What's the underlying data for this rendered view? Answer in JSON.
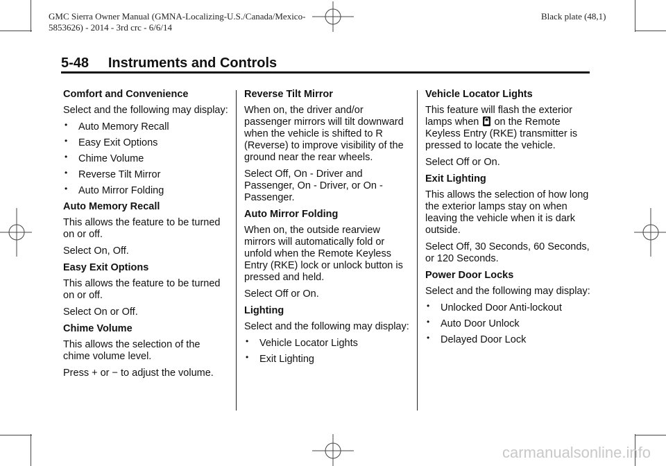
{
  "header": {
    "left_text": "GMC Sierra Owner Manual (GMNA-Localizing-U.S./Canada/Mexico-5853626) - 2014 - 3rd crc - 6/6/14",
    "right_text": "Black plate (48,1)"
  },
  "page_title": "5-48     Instruments and Controls",
  "col1": {
    "h1": "Comfort and Convenience",
    "p1": "Select and the following may display:",
    "bullets": [
      "Auto Memory Recall",
      "Easy Exit Options",
      "Chime Volume",
      "Reverse Tilt Mirror",
      "Auto Mirror Folding"
    ],
    "h2": "Auto Memory Recall",
    "p2": "This allows the feature to be turned on or off.",
    "p3": "Select On, Off.",
    "h3": "Easy Exit Options",
    "p4": "This allows the feature to be turned on or off.",
    "p5": "Select On or Off.",
    "h4": "Chime Volume",
    "p6": "This allows the selection of the chime volume level.",
    "p7": "Press + or − to adjust the volume."
  },
  "col2": {
    "h1": "Reverse Tilt Mirror",
    "p1": "When on, the driver and/or passenger mirrors will tilt downward when the vehicle is shifted to R (Reverse) to improve visibility of the ground near the rear wheels.",
    "p2": "Select Off, On - Driver and Passenger, On - Driver, or On - Passenger.",
    "h2": "Auto Mirror Folding",
    "p3": "When on, the outside rearview mirrors will automatically fold or unfold when the Remote Keyless Entry (RKE) lock or unlock button is pressed and held.",
    "p4": "Select Off or On.",
    "h3": "Lighting",
    "p5": "Select and the following may display:",
    "bullets": [
      "Vehicle Locator Lights",
      "Exit Lighting"
    ]
  },
  "col3": {
    "h1": "Vehicle Locator Lights",
    "p1a": "This feature will flash the exterior lamps when",
    "p1b": "on the Remote Keyless Entry (RKE) transmitter is pressed to locate the vehicle.",
    "p2": "Select Off or On.",
    "h2": "Exit Lighting",
    "p3": "This allows the selection of how long the exterior lamps stay on when leaving the vehicle when it is dark outside.",
    "p4": "Select Off, 30 Seconds, 60 Seconds, or 120 Seconds.",
    "h3": "Power Door Locks",
    "p5": "Select and the following may display:",
    "bullets": [
      "Unlocked Door Anti-lockout",
      "Auto Door Unlock",
      "Delayed Door Lock"
    ]
  },
  "watermark": "carmanualsonline.info",
  "icons": {
    "key_fob": "key-fob-lock-icon"
  }
}
